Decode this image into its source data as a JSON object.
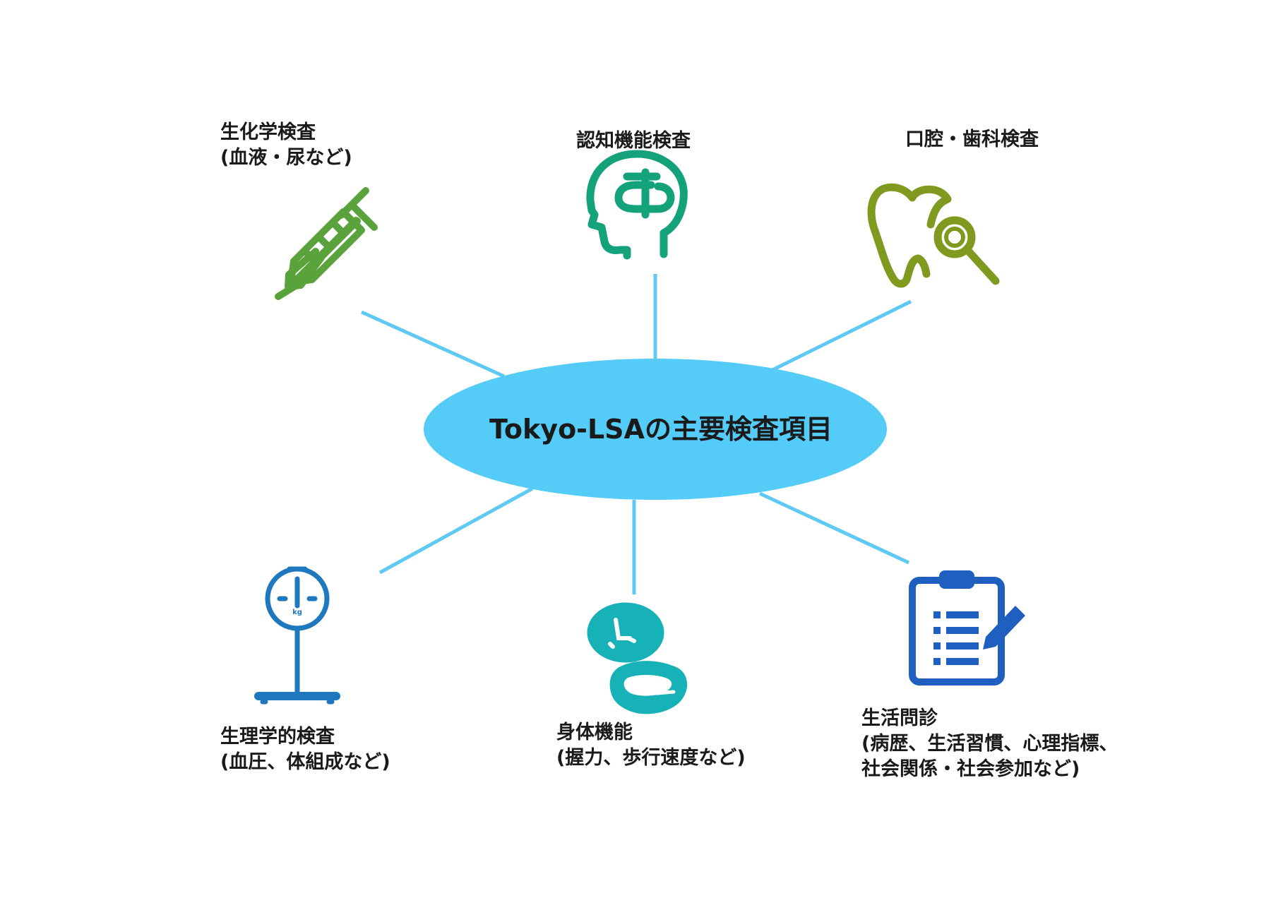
{
  "center": {
    "title": "Tokyo-LSAの主要検査項目",
    "fill": "#55ccf8"
  },
  "connector_color": "#5fc9f4",
  "items": [
    {
      "id": "biochemistry",
      "lines": [
        "生化学検査",
        "(血液・尿など)"
      ],
      "icon": "syringe-icon",
      "color": "#5aa33c"
    },
    {
      "id": "cognitive",
      "lines": [
        "認知機能検査"
      ],
      "icon": "head-brain-icon",
      "color": "#14a27a"
    },
    {
      "id": "oral-dental",
      "lines": [
        "口腔・歯科検査"
      ],
      "icon": "tooth-magnifier-icon",
      "color": "#7f9a1f"
    },
    {
      "id": "physiology",
      "lines": [
        "生理学的検査",
        "(血圧、体組成など)"
      ],
      "icon": "weight-scale-icon",
      "color": "#1f78bd"
    },
    {
      "id": "physical-function",
      "lines": [
        "身体機能",
        "(握力、歩行速度など)"
      ],
      "icon": "stopwatch-grip-icon",
      "color": "#17b1b8"
    },
    {
      "id": "lifestyle-interview",
      "lines": [
        "生活問診",
        "(病歴、生活習慣、心理指標、",
        "社会関係・社会参加など)"
      ],
      "icon": "clipboard-checklist-icon",
      "color": "#1f5fbf"
    }
  ]
}
